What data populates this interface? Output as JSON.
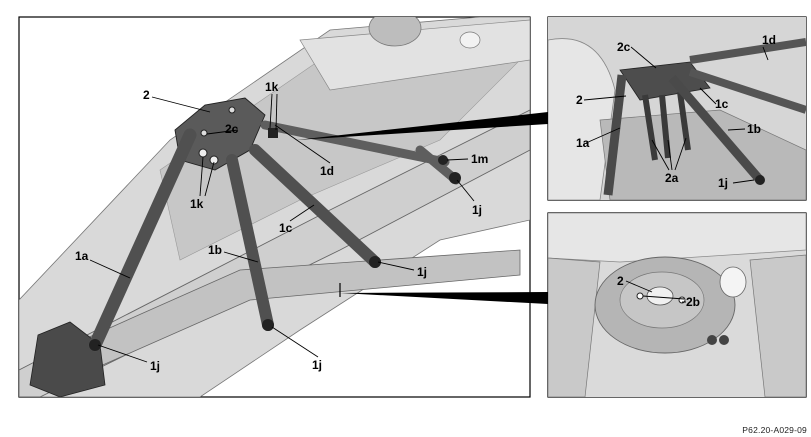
{
  "reference_code": "P62.20-A029-09",
  "main_view": {
    "callouts": {
      "c2": "2",
      "c1k_top": "1k",
      "c2c": "2c",
      "c1d": "1d",
      "c1m": "1m",
      "c1j_a": "1j",
      "c1k_left": "1k",
      "c1c": "1c",
      "c1a": "1a",
      "c1b": "1b",
      "c1j_b": "1j",
      "c1j_c": "1j",
      "c1j_d": "1j"
    }
  },
  "detail_top": {
    "callouts": {
      "c2c": "2c",
      "c1d": "1d",
      "c2": "2",
      "c1c": "1c",
      "c1a": "1a",
      "c1b": "1b",
      "c2a": "2a",
      "c1j": "1j"
    }
  },
  "detail_bottom": {
    "callouts": {
      "c2": "2",
      "c2b": "2b"
    }
  },
  "colors": {
    "frame": "#000000",
    "body_light": "#dcdcdc",
    "body_mid": "#bdbdbd",
    "body_dark": "#8c8c8c",
    "strut": "#555555",
    "pointer": "#000000"
  }
}
